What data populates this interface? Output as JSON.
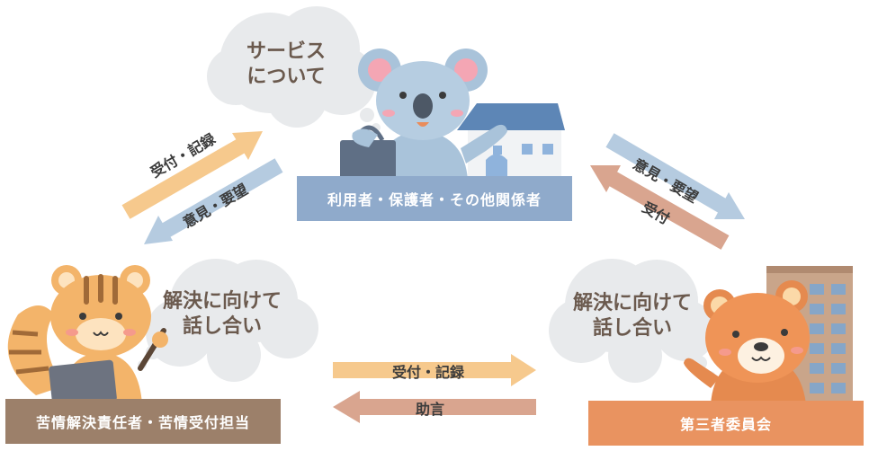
{
  "colors": {
    "blue_banner": "#8faacb",
    "brown_banner": "#9c806a",
    "orange_banner": "#e99360",
    "arrow_orange": "#f6c98d",
    "arrow_blue": "#b5cbe0",
    "arrow_pink": "#d9a58f",
    "bubble": "#e8eaec"
  },
  "top_bubble": {
    "line1": "サービス",
    "line2": "について"
  },
  "left_bubble": {
    "line1": "解決に向けて",
    "line2": "話し合い"
  },
  "right_bubble": {
    "line1": "解決に向けて",
    "line2": "話し合い"
  },
  "banners": {
    "top": "利用者・保護者・その他関係者",
    "left": "苦情解決責任者・苦情受付担当",
    "right": "第三者委員会"
  },
  "arrows": {
    "left_up": "受付・記録",
    "left_down": "意見・要望",
    "right_down": "意見・要望",
    "right_up": "受付",
    "bottom_right": "受付・記録",
    "bottom_left": "助言"
  }
}
